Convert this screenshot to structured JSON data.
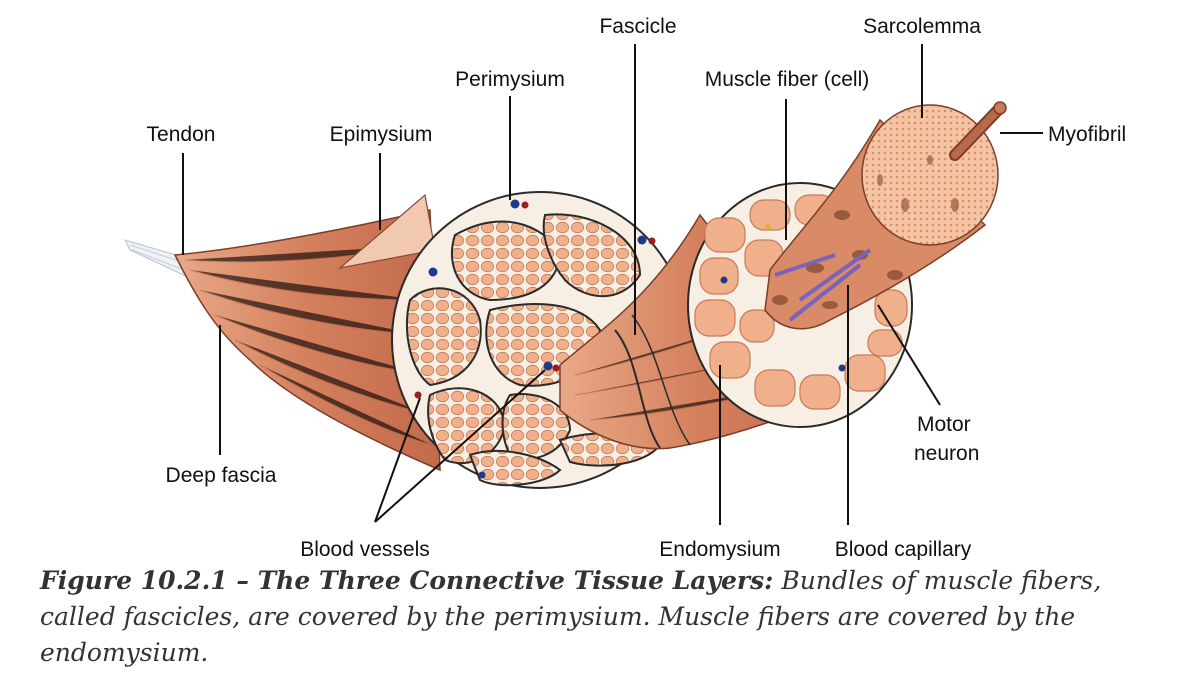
{
  "labels": {
    "fascicle": "Fascicle",
    "sarcolemma": "Sarcolemma",
    "perimysium": "Perimysium",
    "muscle_fiber": "Muscle fiber (cell)",
    "tendon": "Tendon",
    "epimysium": "Epimysium",
    "myofibril": "Myofibril",
    "motor_neuron_1": "Motor",
    "motor_neuron_2": "neuron",
    "deep_fascia": "Deep fascia",
    "blood_vessels": "Blood vessels",
    "endomysium": "Endomysium",
    "blood_capillary": "Blood capillary"
  },
  "caption": {
    "title": "Figure 10.2.1 – The Three Connective Tissue Layers:",
    "text": " Bundles of muscle fibers, called fascicles, are covered by the perimysium. Muscle fibers are covered by the endomysium."
  },
  "colors": {
    "muscle": "#d98a66",
    "muscle_dark": "#b8634a",
    "cell_fill": "#f3b996",
    "sheath": "#f7efe4",
    "outline": "#2a2a2a",
    "vessel_blue": "#1f3a8a",
    "vessel_red": "#9c1d1d",
    "neuron": "#7a63b8"
  }
}
